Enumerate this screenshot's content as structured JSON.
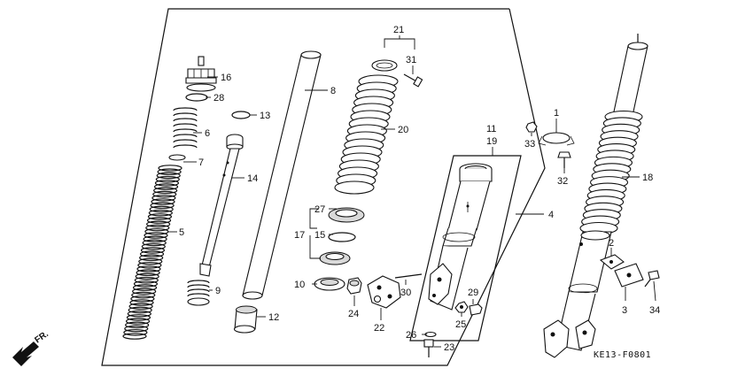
{
  "drawing_code": "KE13-F0801",
  "direction_label": "FR.",
  "callouts": [
    {
      "id": "c1",
      "label": "1"
    },
    {
      "id": "c2",
      "label": "2"
    },
    {
      "id": "c3",
      "label": "3"
    },
    {
      "id": "c4",
      "label": "4"
    },
    {
      "id": "c5",
      "label": "5"
    },
    {
      "id": "c6",
      "label": "6"
    },
    {
      "id": "c7",
      "label": "7"
    },
    {
      "id": "c8",
      "label": "8"
    },
    {
      "id": "c9",
      "label": "9"
    },
    {
      "id": "c10",
      "label": "10"
    },
    {
      "id": "c11",
      "label": "11"
    },
    {
      "id": "c12",
      "label": "12"
    },
    {
      "id": "c13",
      "label": "13"
    },
    {
      "id": "c14",
      "label": "14"
    },
    {
      "id": "c15",
      "label": "15"
    },
    {
      "id": "c16",
      "label": "16"
    },
    {
      "id": "c17",
      "label": "17"
    },
    {
      "id": "c18",
      "label": "18"
    },
    {
      "id": "c19",
      "label": "19"
    },
    {
      "id": "c20",
      "label": "20"
    },
    {
      "id": "c21",
      "label": "21"
    },
    {
      "id": "c22",
      "label": "22"
    },
    {
      "id": "c23",
      "label": "23"
    },
    {
      "id": "c24",
      "label": "24"
    },
    {
      "id": "c25",
      "label": "25"
    },
    {
      "id": "c26",
      "label": "26"
    },
    {
      "id": "c27",
      "label": "27"
    },
    {
      "id": "c28",
      "label": "28"
    },
    {
      "id": "c29",
      "label": "29"
    },
    {
      "id": "c30",
      "label": "30"
    },
    {
      "id": "c31",
      "label": "31"
    },
    {
      "id": "c32",
      "label": "32"
    },
    {
      "id": "c33",
      "label": "33"
    },
    {
      "id": "c34",
      "label": "34"
    }
  ]
}
